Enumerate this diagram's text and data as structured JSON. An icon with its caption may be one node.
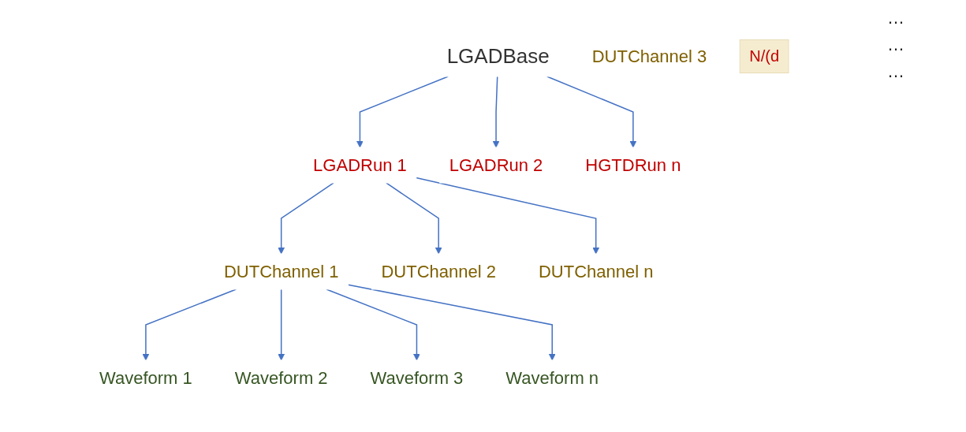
{
  "diagram": {
    "nodes": [
      {
        "text": [
          "LGADBase"
        ]
      },
      {
        "text": [
          "LGADRun 1"
        ]
      },
      {
        "text": [
          "LGADRun 2"
        ]
      },
      {
        "text": [
          "HGTDRun n"
        ]
      },
      {
        "text": [
          "DUTChannel 1"
        ]
      },
      {
        "text": [
          "DUTChannel 2"
        ]
      },
      {
        "text": [
          "DUTChannel 3"
        ]
      },
      {
        "text": [
          "DUTChannel n"
        ]
      },
      {
        "text": [
          "Waveform 1"
        ]
      },
      {
        "text": [
          "Waveform 2"
        ]
      },
      {
        "text": [
          "Waveform 3"
        ]
      },
      {
        "text": [
          "Waveform n"
        ]
      },
      {
        "text": [
          "N/(d"
        ]
      }
    ],
    "edges": [
      {
        "from": 0,
        "to": 1,
        "arrow": "to"
      },
      {
        "from": 0,
        "to": 2,
        "arrow": "to"
      },
      {
        "from": 0,
        "to": 3,
        "arrow": "to"
      },
      {
        "from": 1,
        "to": 4,
        "arrow": "to"
      },
      {
        "from": 1,
        "to": 5,
        "arrow": "to"
      },
      {
        "from": 1,
        "to": 7,
        "arrow": "to"
      },
      {
        "from": 4,
        "to": 8,
        "arrow": "to"
      },
      {
        "from": 4,
        "to": 9,
        "arrow": "to"
      },
      {
        "from": 4,
        "to": 10,
        "arrow": "to"
      },
      {
        "from": 4,
        "to": 11,
        "arrow": "to"
      }
    ],
    "labels": [
      "…",
      "…",
      "…"
    ]
  }
}
